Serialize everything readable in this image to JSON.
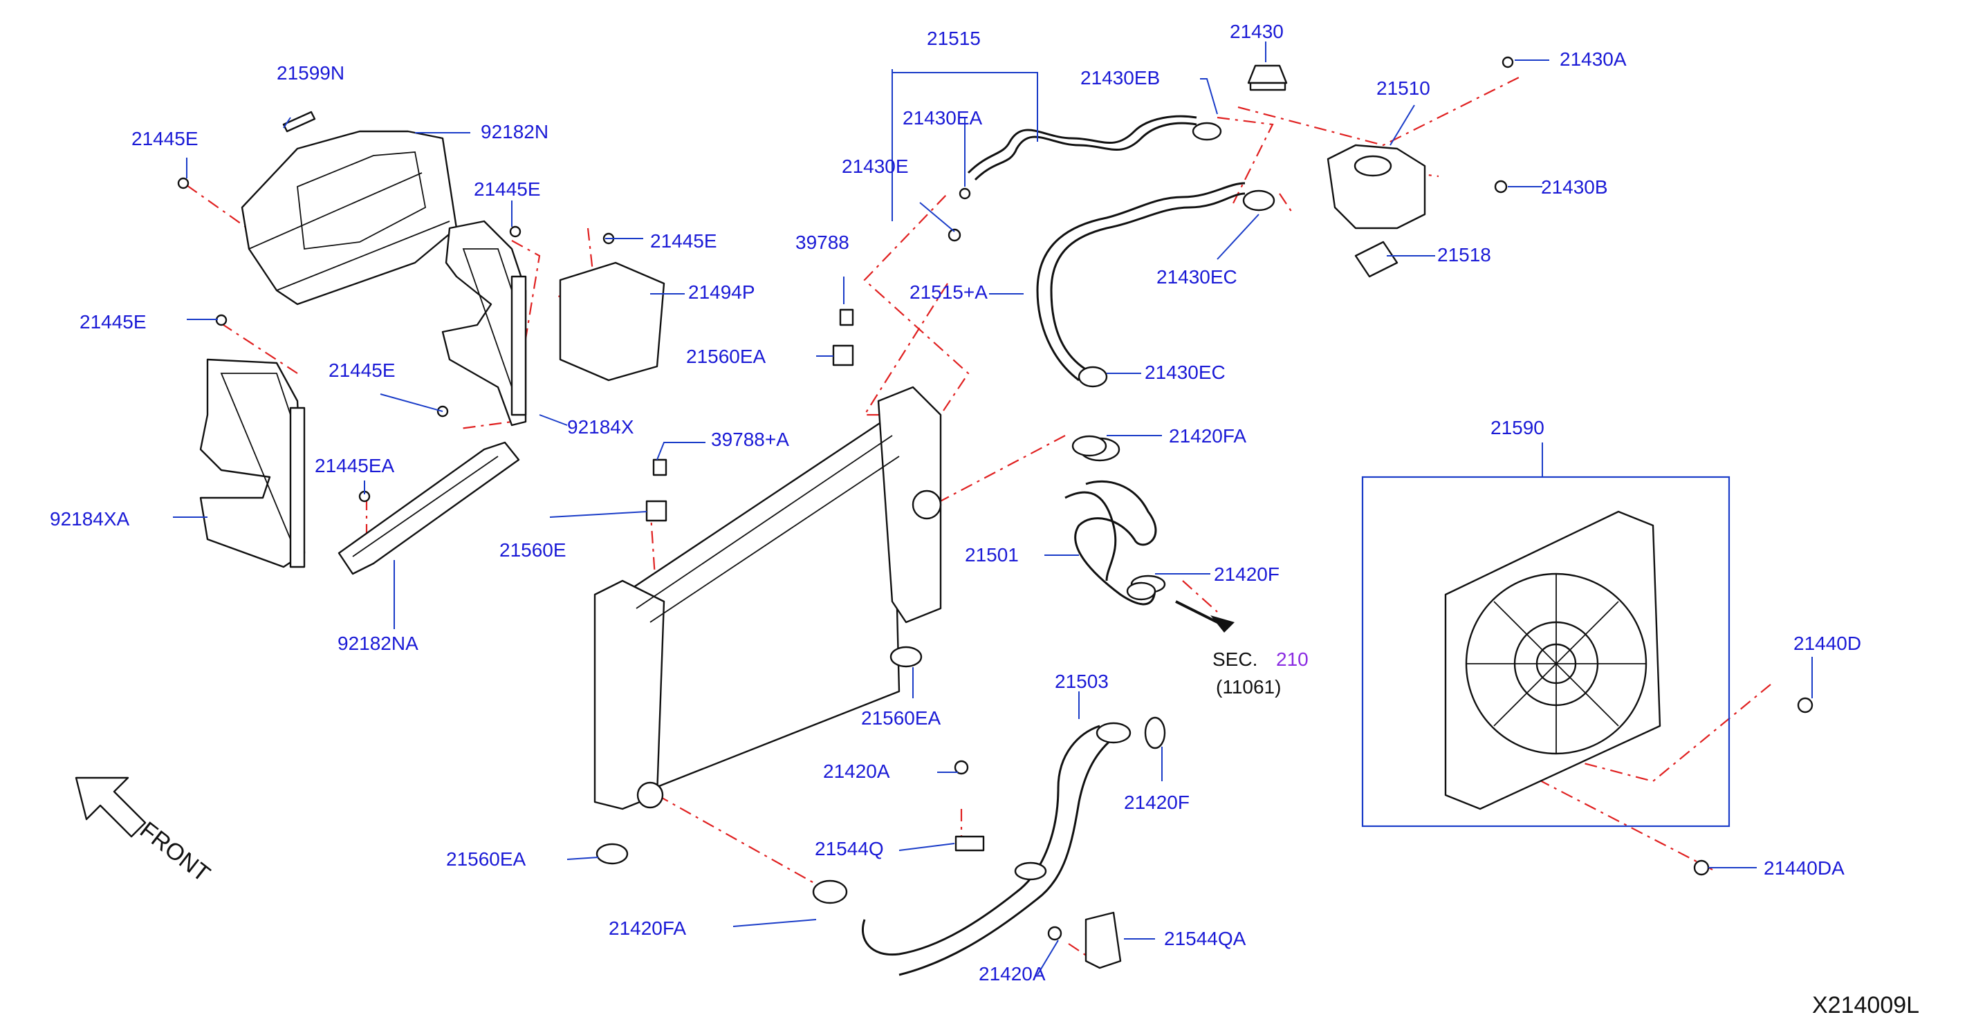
{
  "colors": {
    "label": "#1a1ad6",
    "leader": "#1a3cc8",
    "dash": "#e02020",
    "part": "#111111",
    "sec_ref": "#8a2be2"
  },
  "labels": {
    "p21599N": "21599N",
    "p92182N": "92182N",
    "p21445E_a": "21445E",
    "p21445E_b": "21445E",
    "p21445E_c": "21445E",
    "p21445E_d": "21445E",
    "p21445E_e": "21445E",
    "p21494P": "21494P",
    "p92184X": "92184X",
    "p92184XA": "92184XA",
    "p21445EA": "21445EA",
    "p92182NA": "92182NA",
    "p21515": "21515",
    "p21430EA": "21430EA",
    "p21430E": "21430E",
    "p21430EB": "21430EB",
    "p21430": "21430",
    "p21430A": "21430A",
    "p21510": "21510",
    "p21430B": "21430B",
    "p21518": "21518",
    "p21430EC_a": "21430EC",
    "p21430EC_b": "21430EC",
    "p39788": "39788",
    "p21515A": "21515+A",
    "p21560EA_a": "21560EA",
    "p39788A": "39788+A",
    "p21560E": "21560E",
    "p21420FA_a": "21420FA",
    "p21501": "21501",
    "p21420F_a": "21420F",
    "sec": "SEC.",
    "sec_num": "210",
    "sec_sub": "(11061)",
    "p21560EA_b": "21560EA",
    "p21503": "21503",
    "p21420A_a": "21420A",
    "p21420F_b": "21420F",
    "p21544Q": "21544Q",
    "p21560EA_c": "21560EA",
    "p21420FA_b": "21420FA",
    "p21420A_b": "21420A",
    "p21544QA": "21544QA",
    "p21590": "21590",
    "p21440D": "21440D",
    "p21440DA": "21440DA",
    "front": "FRONT",
    "diagram_code": "X214009L"
  }
}
